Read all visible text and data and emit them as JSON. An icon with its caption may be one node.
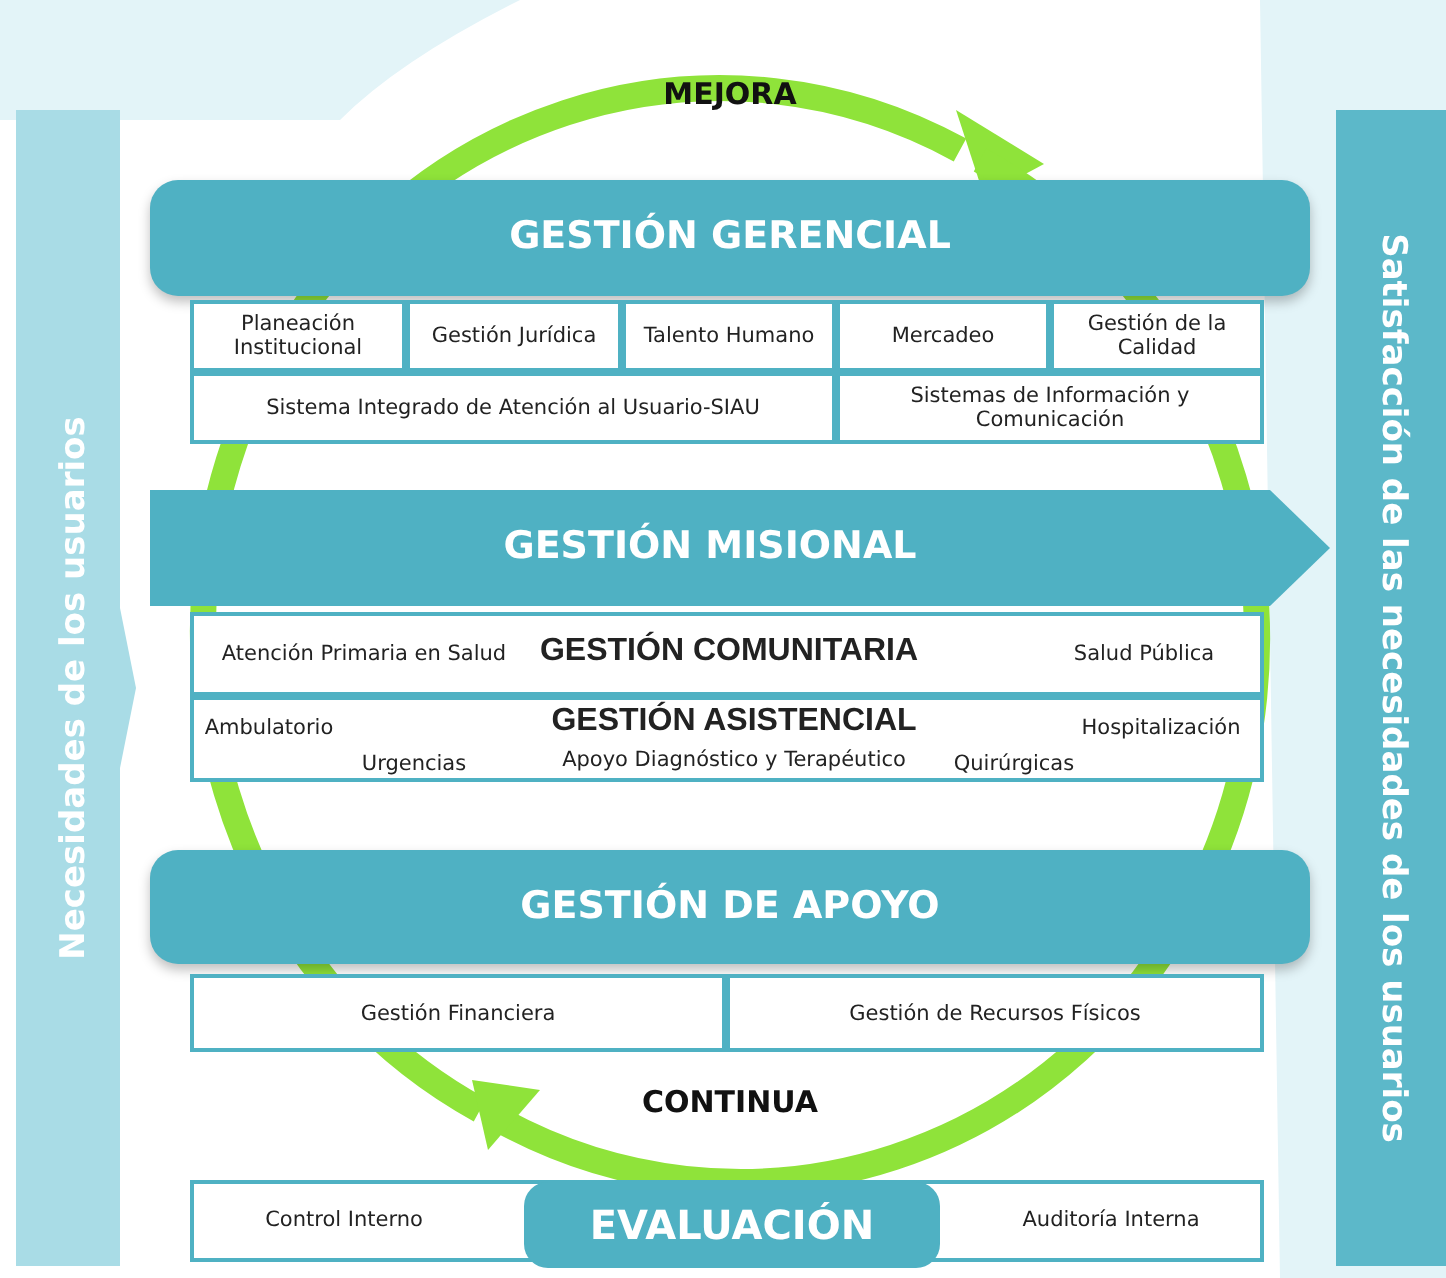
{
  "diagram": {
    "nodes": [
      {
        "text": [
          "Necesidades de los usuarios"
        ]
      },
      {
        "text": [
          "GESTIÓN GERENCIAL"
        ]
      },
      {
        "text": [
          "Planeación Institucional"
        ]
      },
      {
        "text": [
          "Gestión Jurídica"
        ]
      },
      {
        "text": [
          "Talento Humano"
        ]
      },
      {
        "text": [
          "Mercadeo"
        ]
      },
      {
        "text": [
          "Gestión de la Calidad"
        ]
      },
      {
        "text": [
          "Sistema Integrado de Atención al Usuario-SIAU"
        ]
      },
      {
        "text": [
          "Sistemas de Información y Comunicación"
        ]
      },
      {
        "text": [
          "GESTIÓN MISIONAL"
        ]
      },
      {
        "text": [
          "Atención Primaria en Salud",
          "GESTIÓN COMUNITARIA",
          "Salud Pública"
        ]
      },
      {
        "text": [
          "Ambulatorio",
          "GESTIÓN ASISTENCIAL",
          "Hospitalización",
          "Urgencias",
          "Apoyo Diagnóstico y Terapéutico",
          "Quirúrgicas"
        ]
      },
      {
        "text": [
          "GESTIÓN DE APOYO"
        ]
      },
      {
        "text": [
          "Gestión Financiera"
        ]
      },
      {
        "text": [
          "Gestión de Recursos Físicos"
        ]
      },
      {
        "text": [
          "Control Interno",
          "Auditoría Interna"
        ]
      },
      {
        "text": [
          "EVALUACIÓN"
        ],
        "in": 15
      },
      {
        "text": [
          "Satisfacción de las necesidades de los usuarios"
        ]
      }
    ],
    "labels": [
      "MEJORA",
      "CONTINUA"
    ]
  }
}
